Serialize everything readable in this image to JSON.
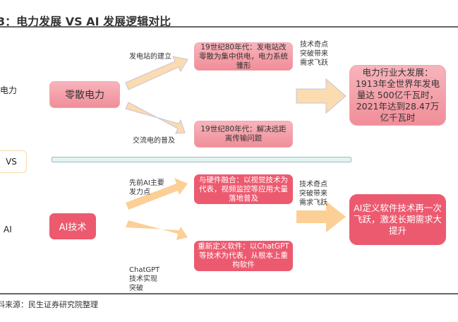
{
  "title": "3：电力发展 VS AI 发展逻辑对比",
  "power": {
    "side_label": "电力",
    "source": "零散电力",
    "branch_top_label": "发电站的建立",
    "branch_bottom_label": "交流电的普及",
    "top_box": "19世纪80年代：发电站改零散为集中供电，电力系统雏形",
    "bottom_box": "19世纪80年代：解决远距离传输问题",
    "arrow_label": "技术奇点突破带来需求飞跃",
    "result": "电力行业大发展：1913年全世界年发电量达 500亿千瓦时，2021年达到28.47万亿千瓦时"
  },
  "vs_label": "VS",
  "ai": {
    "side_label": "AI",
    "source": "AI技术",
    "branch_top_label": "先前AI主要发力点",
    "branch_bottom_label": "ChatGPT技术实现突破",
    "top_box": "与硬件融合：以视觉技术为代表，视频监控等应用大量落地普及",
    "bottom_box": "重新定义软件：以ChatGPT等技术为代表，从根本上重构软件",
    "arrow_label": "技术奇点突破带来需求飞跃",
    "result": "AI定义软件技术再一次飞跃，激发长期需求大提升"
  },
  "source_note": "料来源：民生证券研究院整理",
  "colors": {
    "pink": "#f4a0a8",
    "red": "#ec5a6f",
    "arrow": "#fbdcb0",
    "bar": "#e0f5ee"
  }
}
